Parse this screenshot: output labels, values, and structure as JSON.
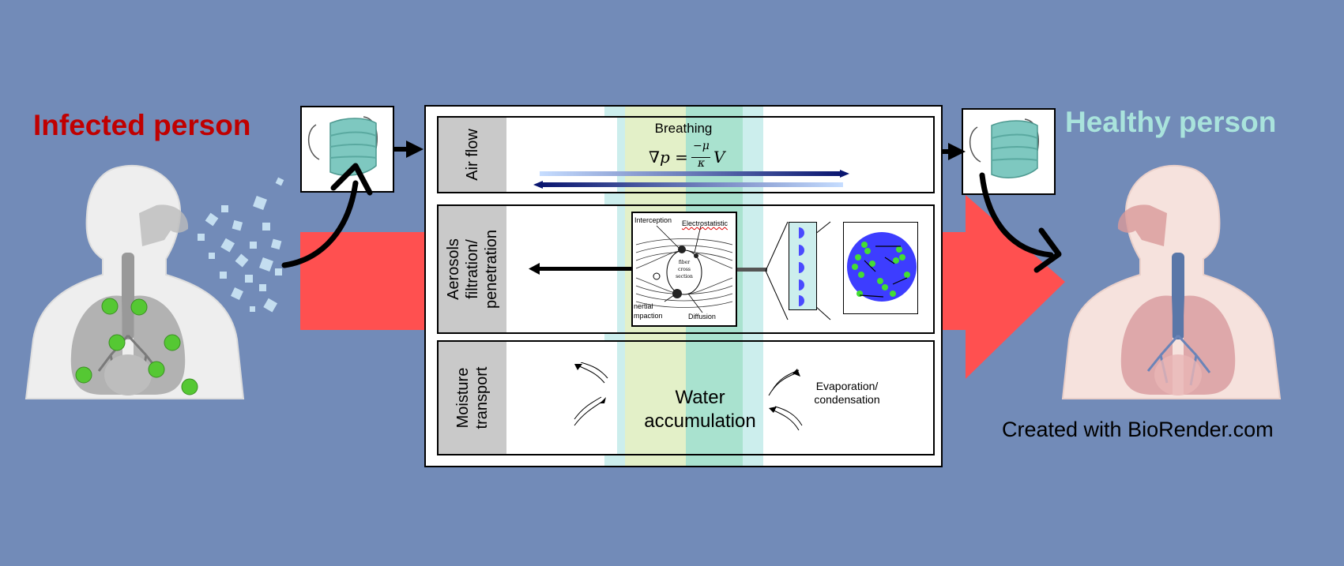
{
  "left_title": "Infected person",
  "right_title": "Healthy person",
  "credit": "Created with BioRender.com",
  "panels": {
    "airflow": {
      "label": "Air flow",
      "breathing": "Breathing",
      "equation": "∇p = (−μ/κ) V",
      "eq_lhs": "∇p =",
      "eq_num": "−μ",
      "eq_den": "κ",
      "eq_rhs": "V"
    },
    "aerosol": {
      "label_line1": "Aerosols",
      "label_line2": "filtration/",
      "label_line3": "penetration",
      "inset": {
        "interception": "Interception",
        "electrostatic": "Electrostatistic",
        "fiber_line1": "fiber",
        "fiber_line2": "cross",
        "fiber_line3": "section",
        "inertial_line1": "nertial",
        "inertial_line2": "mpaction",
        "diffusion": "Diffusion"
      }
    },
    "moisture": {
      "label_line1": "Moisture",
      "label_line2": "transport",
      "water_line1": "Water",
      "water_line2": "accumulation",
      "evap_line1": "Evaporation/",
      "evap_line2": "condensation"
    }
  },
  "colors": {
    "background": "#728bb8",
    "infected_title": "#c00000",
    "healthy_title": "#a9e3dc",
    "big_arrow": "#ff5050",
    "mask": "#7ec8c0",
    "virus": "#55c833",
    "band_outer": "#cceeed",
    "band_yellow": "#e3f0c8",
    "band_green": "#a9e2cf"
  },
  "icons": {
    "left_figure": "human-respiratory-figure-icon",
    "right_figure": "human-respiratory-figure-icon",
    "mask": "face-mask-icon"
  }
}
